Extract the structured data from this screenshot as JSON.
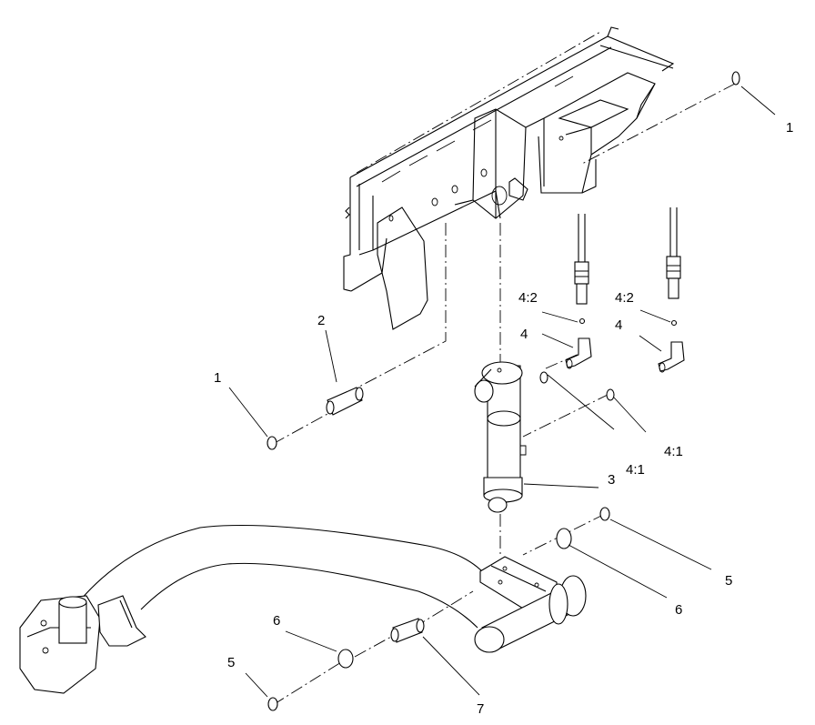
{
  "callouts": {
    "c1_top": "1",
    "c1_left": "1",
    "c2": "2",
    "c3": "3",
    "c4_left": "4",
    "c4_right": "4",
    "c4_2_left": "4:2",
    "c4_2_right": "4:2",
    "c4_1_upper": "4:1",
    "c4_1_lower": "4:1",
    "c5_right": "5",
    "c5_left": "5",
    "c6_right": "6",
    "c6_left": "6",
    "c7": "7"
  }
}
